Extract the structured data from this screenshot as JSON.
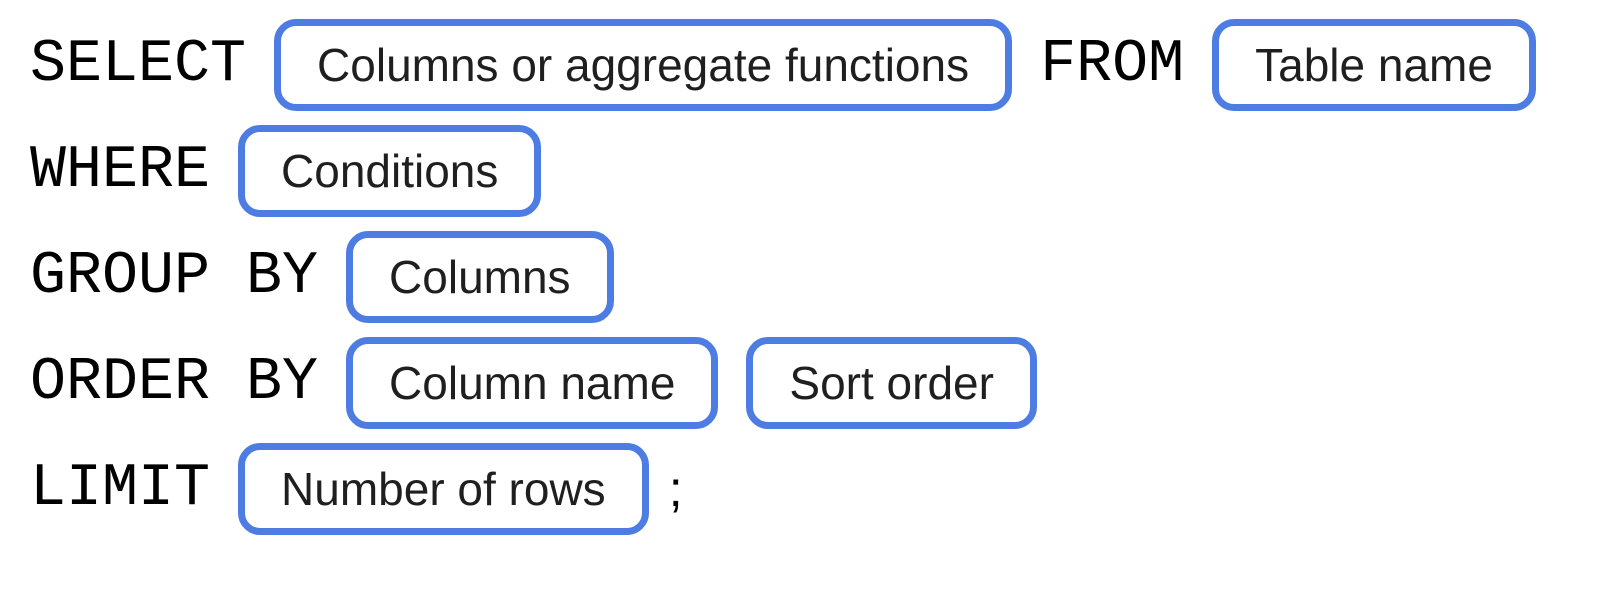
{
  "colors": {
    "accent": "#4d7ce3",
    "keyword_text": "#000000",
    "pill_text": "#1f1f1f",
    "background": "#ffffff"
  },
  "rows": [
    {
      "segments": [
        {
          "type": "keyword",
          "text": "SELECT"
        },
        {
          "type": "pill",
          "text": "Columns or aggregate functions"
        },
        {
          "type": "keyword",
          "text": "FROM"
        },
        {
          "type": "pill",
          "text": "Table name"
        }
      ]
    },
    {
      "segments": [
        {
          "type": "keyword",
          "text": "WHERE"
        },
        {
          "type": "pill",
          "text": "Conditions"
        }
      ]
    },
    {
      "segments": [
        {
          "type": "keyword",
          "text": "GROUP BY"
        },
        {
          "type": "pill",
          "text": "Columns"
        }
      ]
    },
    {
      "segments": [
        {
          "type": "keyword",
          "text": "ORDER BY"
        },
        {
          "type": "pill",
          "text": "Column name"
        },
        {
          "type": "pill",
          "text": "Sort order"
        }
      ]
    },
    {
      "segments": [
        {
          "type": "keyword",
          "text": "LIMIT"
        },
        {
          "type": "pill",
          "text": "Number of rows"
        },
        {
          "type": "punctuation",
          "text": ";"
        }
      ]
    }
  ]
}
